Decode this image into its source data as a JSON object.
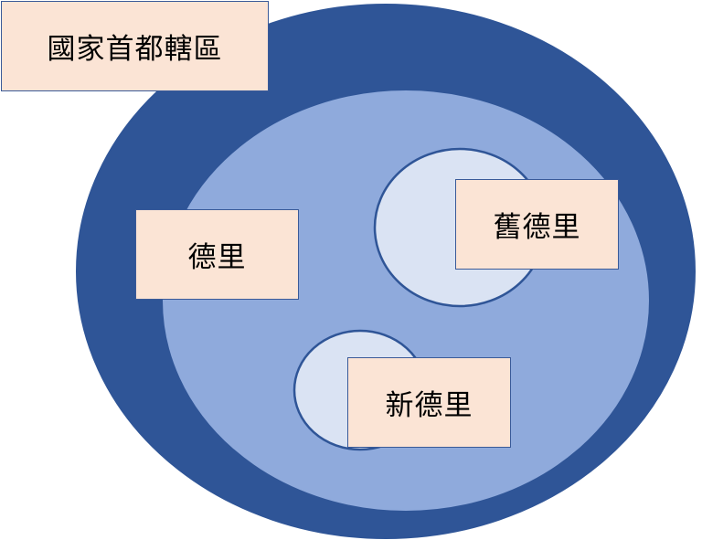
{
  "labels": {
    "ncr": "國家首都轄區",
    "delhi": "德里",
    "old_delhi": "舊德里",
    "new_delhi": "新德里"
  },
  "colors": {
    "outer_region": "#2f5597",
    "inner_region": "#8faadc",
    "sub_region": "#dae3f3",
    "outline": "#2f5597",
    "label_fill": "#fbe4d5"
  }
}
